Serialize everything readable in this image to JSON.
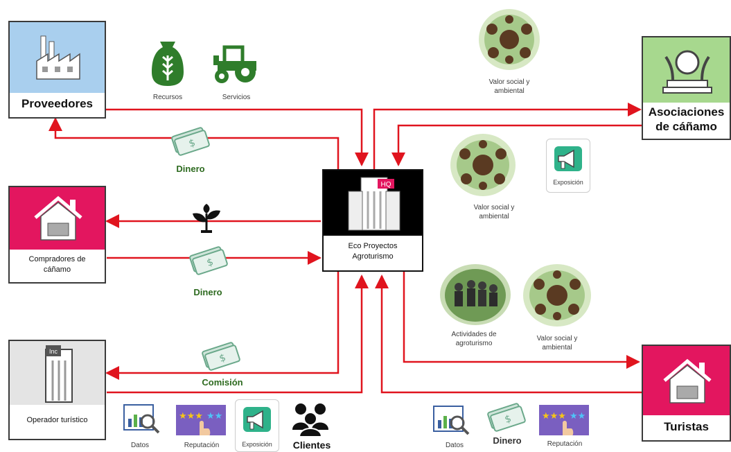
{
  "nodes": {
    "proveedores": "Proveedores",
    "compradores": "Compradores de cáñamo",
    "operador": "Operador turístico",
    "center": "Eco Proyectos Agroturismo",
    "asociaciones": "Asociaciones de cáñamo",
    "turistas": "Turistas"
  },
  "labels": {
    "recursos": "Recursos",
    "servicios": "Servicios",
    "dinero_top": "Dinero",
    "dinero_mid": "Dinero",
    "comision": "Comisión",
    "valor_top": "Valor social y ambiental",
    "valor_mid": "Valor social y ambiental",
    "exposicion_mid": "Exposición",
    "actividades": "Actividades de agroturismo",
    "valor_low": "Valor social y ambiental",
    "datos_left": "Datos",
    "reputacion_left": "Reputación",
    "exposicion_left": "Exposición",
    "clientes": "Clientes",
    "datos_right": "Datos",
    "dinero_right": "Dinero",
    "reputacion_right": "Reputación"
  },
  "badges": {
    "hq": "HQ",
    "inc": "Inc"
  },
  "colors": {
    "arrow": "#e0141e",
    "blue_panel": "#a9cfee",
    "magenta_panel": "#e3165f",
    "green_panel": "#a7d88e",
    "gray_panel": "#e4e4e4",
    "black_panel": "#000000",
    "green_icon": "#2f7d2b",
    "teal_money": "#6aa88a"
  }
}
